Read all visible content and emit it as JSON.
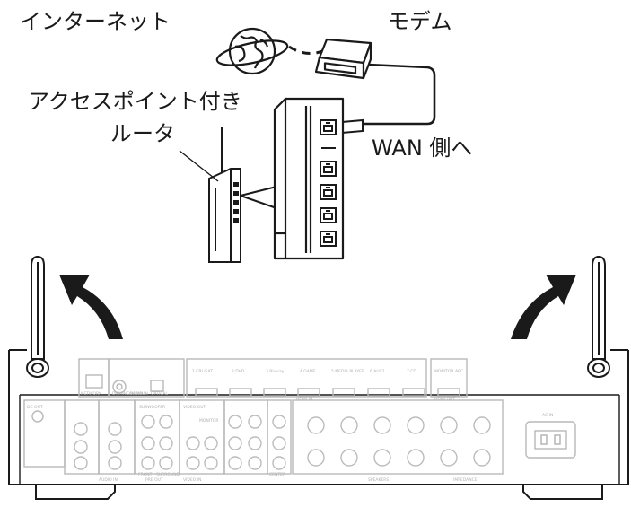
{
  "labels": {
    "internet": "インターネット",
    "modem": "モデム",
    "router_line1": "アクセスポイント付き",
    "router_line2": "ルータ",
    "wan": "WAN 側へ"
  },
  "receiver": {
    "top_labels": [
      "NETWORK",
      "DIGITAL AUDIO IN",
      "1 CBL/SAT",
      "2 DVD",
      "3 Blu-ray",
      "4 GAME",
      "5 MEDIA PLAYER",
      "6 AUX2",
      "7 CD",
      "MONITOR ARC"
    ],
    "small_labels": [
      "OPTICAL",
      "COAXIAL",
      "SUBWOOFER",
      "VIDEO OUT",
      "MONITOR",
      "HDMI IN",
      "HDMI OUT",
      "AC IN",
      "SPEAKERS",
      "IMPEDANCE",
      "AUDIO IN",
      "PRE OUT",
      "VIDEO IN",
      "DC OUT",
      "FRONT",
      "SURROUND",
      "CENTER"
    ]
  },
  "colors": {
    "line": "#1a1a1a",
    "faded": "#b8b8b8",
    "panel_fill": "#f2f2f2"
  }
}
